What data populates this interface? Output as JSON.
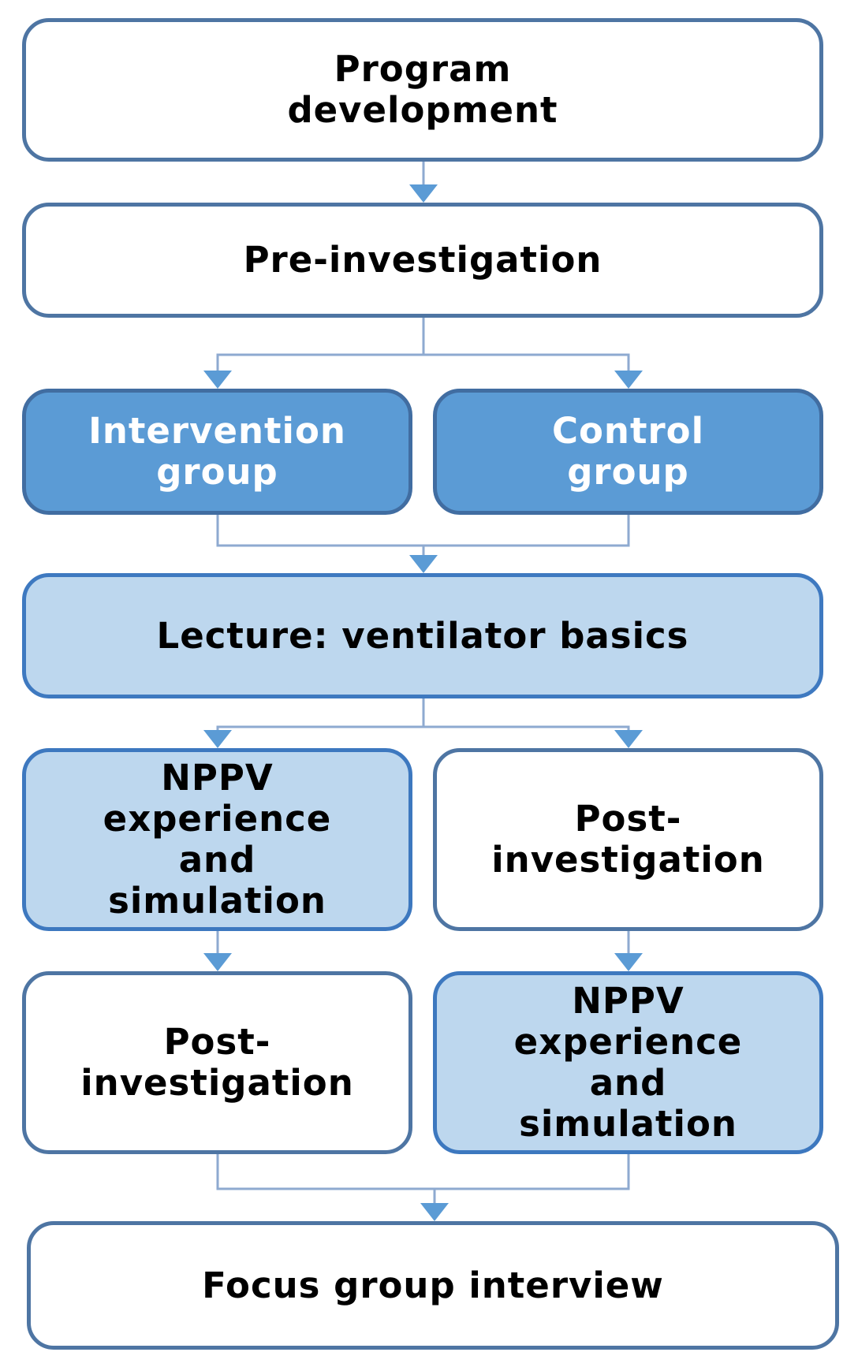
{
  "diagram": {
    "nodes": {
      "program": "Program development",
      "pre": "Pre-investigation",
      "intervention": "Intervention group",
      "control": "Control group",
      "lecture": "Lecture: ventilator basics",
      "nppv_left": "NPPV experience and simulation",
      "post_right": "Post-investigation",
      "post_left": "Post-investigation",
      "nppv_right": "NPPV experience and simulation",
      "focus": "Focus group interview"
    },
    "edges": [
      {
        "from": "program",
        "to": "pre"
      },
      {
        "from": "pre",
        "to": "intervention"
      },
      {
        "from": "pre",
        "to": "control"
      },
      {
        "from": "intervention",
        "to": "lecture"
      },
      {
        "from": "control",
        "to": "lecture"
      },
      {
        "from": "lecture",
        "to": "nppv_left"
      },
      {
        "from": "lecture",
        "to": "post_right"
      },
      {
        "from": "nppv_left",
        "to": "post_left"
      },
      {
        "from": "post_right",
        "to": "nppv_right"
      },
      {
        "from": "post_left",
        "to": "focus"
      },
      {
        "from": "nppv_right",
        "to": "focus"
      }
    ],
    "colors": {
      "white_fill": "#ffffff",
      "dark_fill": "#5b9bd5",
      "light_fill": "#bdd7ee",
      "border": "#4e75a3",
      "connector_line": "#8eaad0",
      "arrow_head": "#5b9bd5"
    }
  }
}
